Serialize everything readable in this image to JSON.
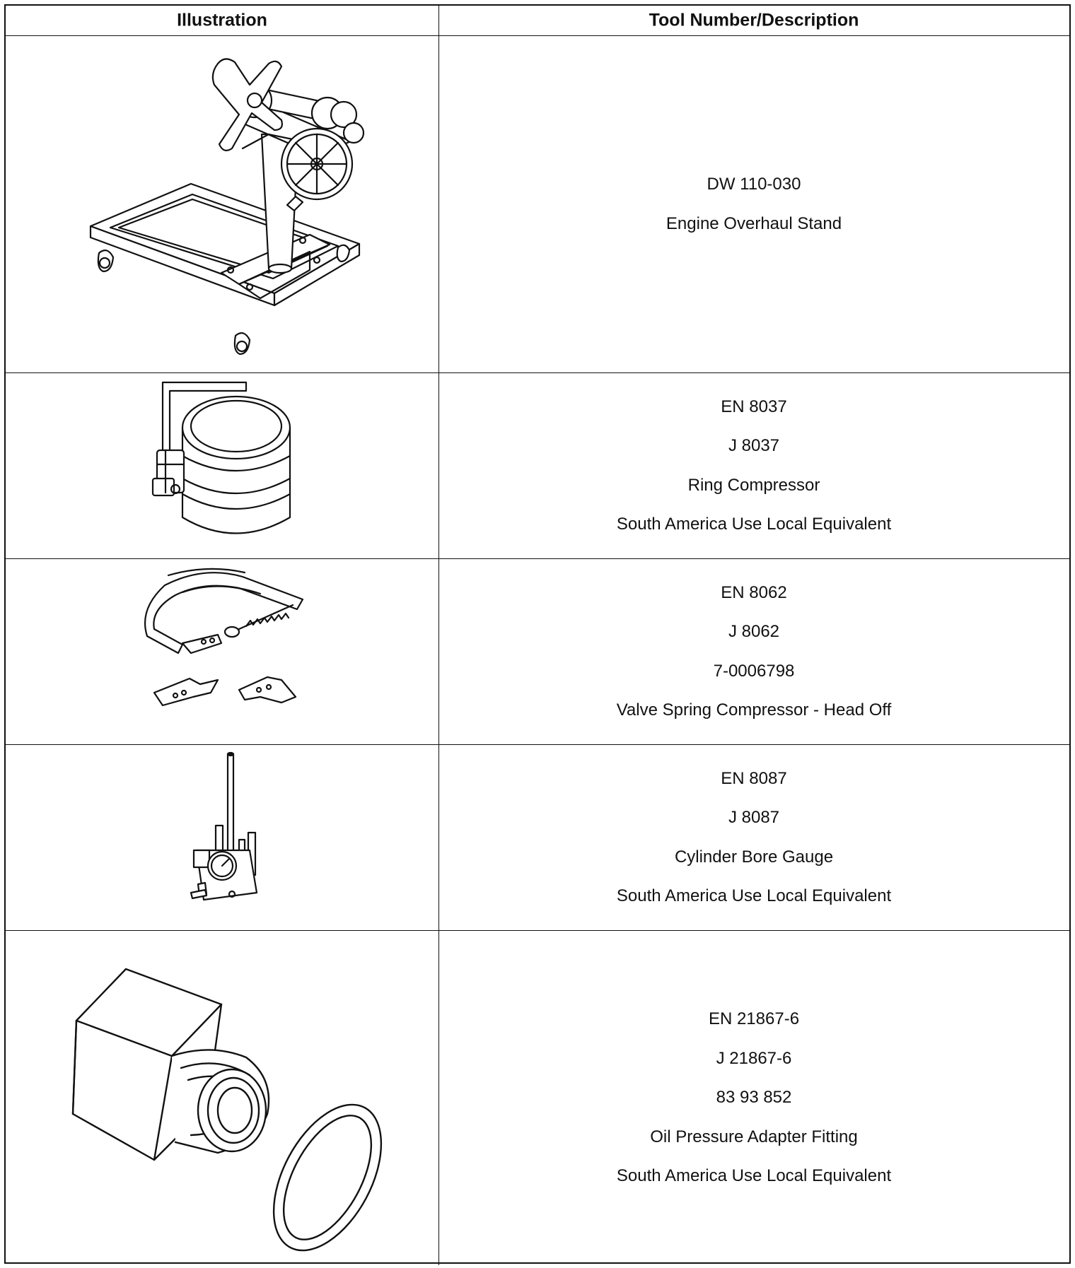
{
  "table": {
    "headers": {
      "illustration": "Illustration",
      "description": "Tool Number/Description"
    },
    "rows": [
      {
        "icon": "engine-overhaul-stand-icon",
        "lines": [
          "DW 110-030",
          "Engine Overhaul Stand"
        ]
      },
      {
        "icon": "ring-compressor-icon",
        "lines": [
          "EN 8037",
          "J 8037",
          "Ring Compressor",
          "South America Use Local Equivalent"
        ]
      },
      {
        "icon": "valve-spring-compressor-icon",
        "lines": [
          "EN 8062",
          "J 8062",
          "7-0006798",
          "Valve Spring Compressor - Head Off"
        ]
      },
      {
        "icon": "cylinder-bore-gauge-icon",
        "lines": [
          "EN 8087",
          "J 8087",
          "Cylinder Bore Gauge",
          "South America Use Local Equivalent"
        ]
      },
      {
        "icon": "oil-pressure-adapter-fitting-icon",
        "lines": [
          "EN 21867-6",
          "J 21867-6",
          "83 93 852",
          "Oil Pressure Adapter Fitting",
          "South America Use Local Equivalent"
        ]
      }
    ]
  }
}
